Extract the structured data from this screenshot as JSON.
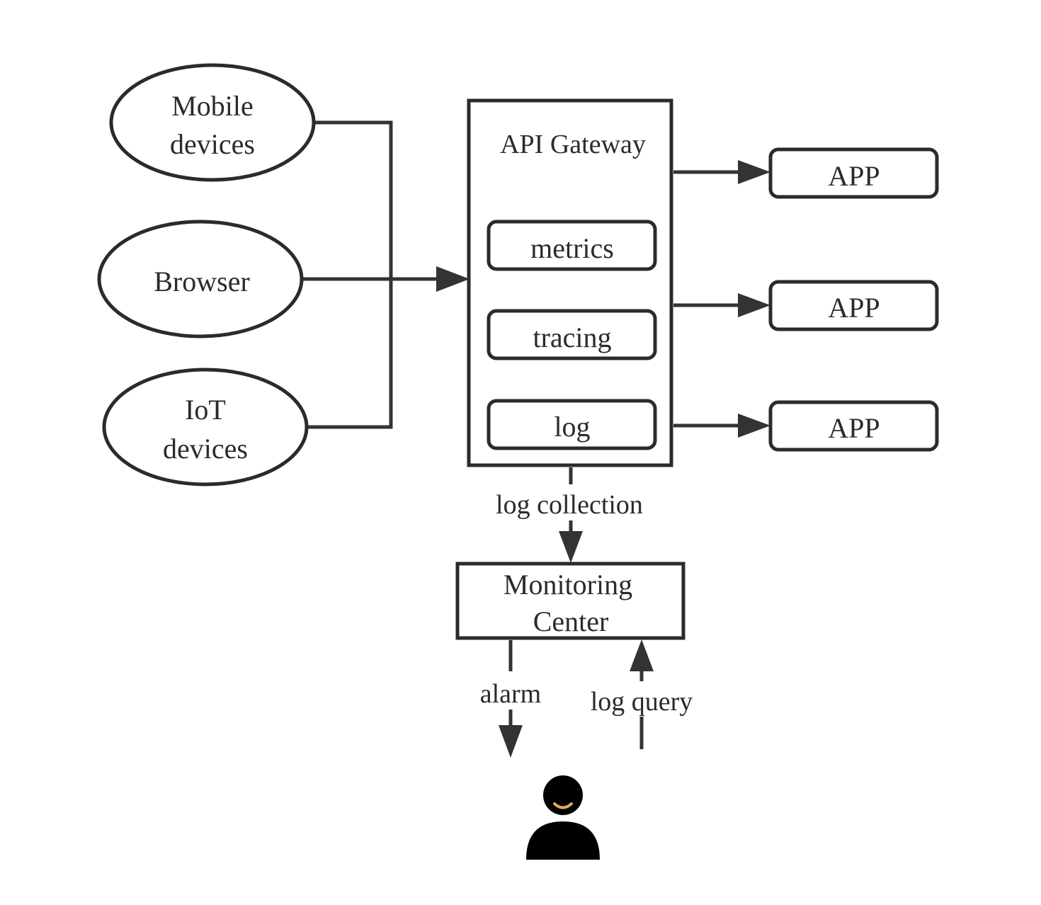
{
  "nodes": {
    "mobile": {
      "line1": "Mobile",
      "line2": "devices"
    },
    "browser": {
      "label": "Browser"
    },
    "iot": {
      "line1": "IoT",
      "line2": "devices"
    },
    "gateway": {
      "title": "API Gateway",
      "modules": [
        "metrics",
        "tracing",
        "log"
      ]
    },
    "apps": [
      "APP",
      "APP",
      "APP"
    ],
    "monitoring": {
      "line1": "Monitoring",
      "line2": "Center"
    },
    "user": {
      "icon": "person-icon"
    }
  },
  "edges": {
    "log_collection": "log collection",
    "alarm": "alarm",
    "log_query": "log query"
  },
  "colors": {
    "stroke": "#2b2b2b",
    "background": "#ffffff",
    "user_body": "#000000",
    "user_smile": "#e0a866"
  }
}
